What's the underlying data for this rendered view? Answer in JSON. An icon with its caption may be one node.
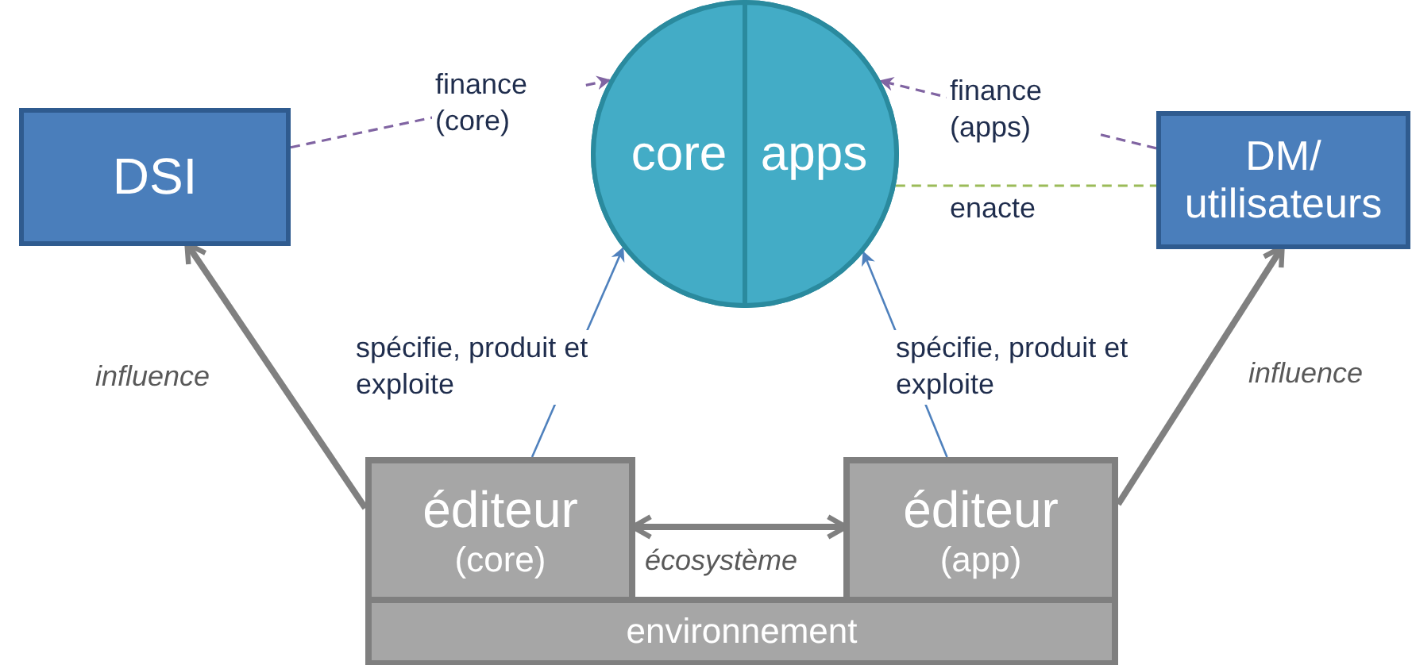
{
  "diagram": {
    "nodes": [
      {
        "text": [
          "DSI"
        ]
      },
      {
        "text": [],
        "shape": "circle"
      },
      {
        "text": [
          "core"
        ],
        "in": 1
      },
      {
        "text": [
          "apps"
        ],
        "in": 1
      },
      {
        "text": [
          "DM/ utilisateurs"
        ]
      },
      {
        "text": [
          "éditeur",
          "(core)"
        ]
      },
      {
        "text": [
          "éditeur",
          "(app)"
        ]
      },
      {
        "text": [
          "environnement"
        ]
      }
    ],
    "edges": [
      {
        "from": 0,
        "to": 2,
        "arrow": "to",
        "label": "finance (core)",
        "style": "dashed",
        "color": "#8064a2"
      },
      {
        "from": 4,
        "to": 3,
        "arrow": "to",
        "label": "finance (apps)",
        "style": "dashed",
        "color": "#8064a2"
      },
      {
        "from": 3,
        "to": 4,
        "arrow": "none",
        "label": "enacte",
        "style": "dashed",
        "color": "#9bbb59"
      },
      {
        "from": 5,
        "to": 2,
        "arrow": "to",
        "label": "spécifie, produit et exploite",
        "color": "#4f81bd"
      },
      {
        "from": 6,
        "to": 3,
        "arrow": "to",
        "label": "spécifie, produit et exploite",
        "color": "#4f81bd"
      },
      {
        "from": 5,
        "to": 0,
        "arrow": "to",
        "label": "influence",
        "style": "thick"
      },
      {
        "from": 6,
        "to": 4,
        "arrow": "to",
        "label": "influence",
        "style": "thick"
      },
      {
        "from": 5,
        "to": 6,
        "arrow": "both",
        "label": "écosystème",
        "style": "thick"
      }
    ]
  }
}
